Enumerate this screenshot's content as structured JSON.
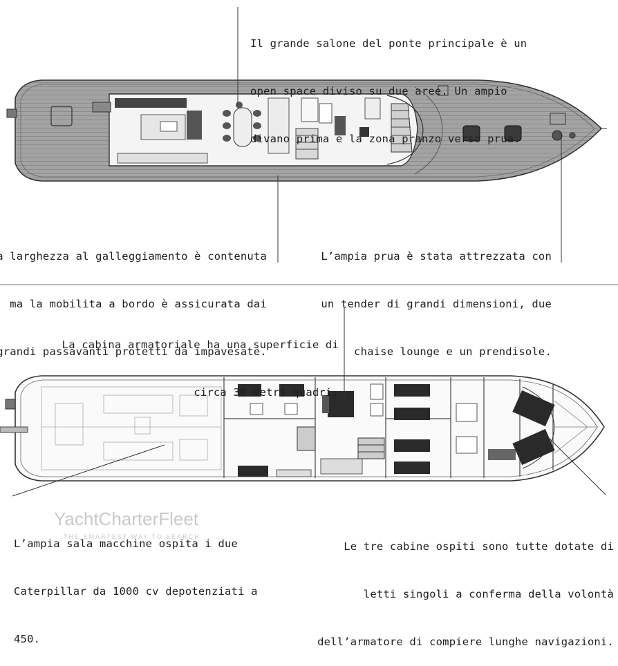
{
  "captions": {
    "salone": [
      "Il grande salone del ponte principale è un",
      "open space diviso su due aree. Un ampio",
      "divano prima e la zona pranzo verso prua."
    ],
    "larghezza": [
      "La larghezza al galleggiamento è contenuta",
      "ma la mobilita a bordo è assicurata dai",
      "grandi passavanti protetti da impavesate."
    ],
    "prua": [
      "L’ampia prua è stata attrezzata con",
      "un tender di grandi dimensioni, due",
      "chaise lounge e un prendisole."
    ],
    "cabina": [
      "La cabina armatoriale ha una superficie di",
      "circa 30 metri quadri."
    ],
    "sala_macchine": [
      "L’ampia sala macchine ospita i due",
      "Caterpillar da 1000 cv depotenziati a",
      "450."
    ],
    "cabine_ospiti": [
      "Le tre cabine ospiti sono tutte dotate di",
      "letti singoli a conferma della volontà",
      "dell’armatore di compiere lunghe navigazioni."
    ]
  },
  "watermark": {
    "brand": "YachtCharterFleet",
    "tagline": "THE SMARTEST WAY TO SEARCH"
  },
  "colors": {
    "deck": "#9a9a9a",
    "hull_line": "#333333",
    "interior": "#f4f4f4",
    "dark_bed": "#2a2a2a",
    "divider": "#777777"
  }
}
